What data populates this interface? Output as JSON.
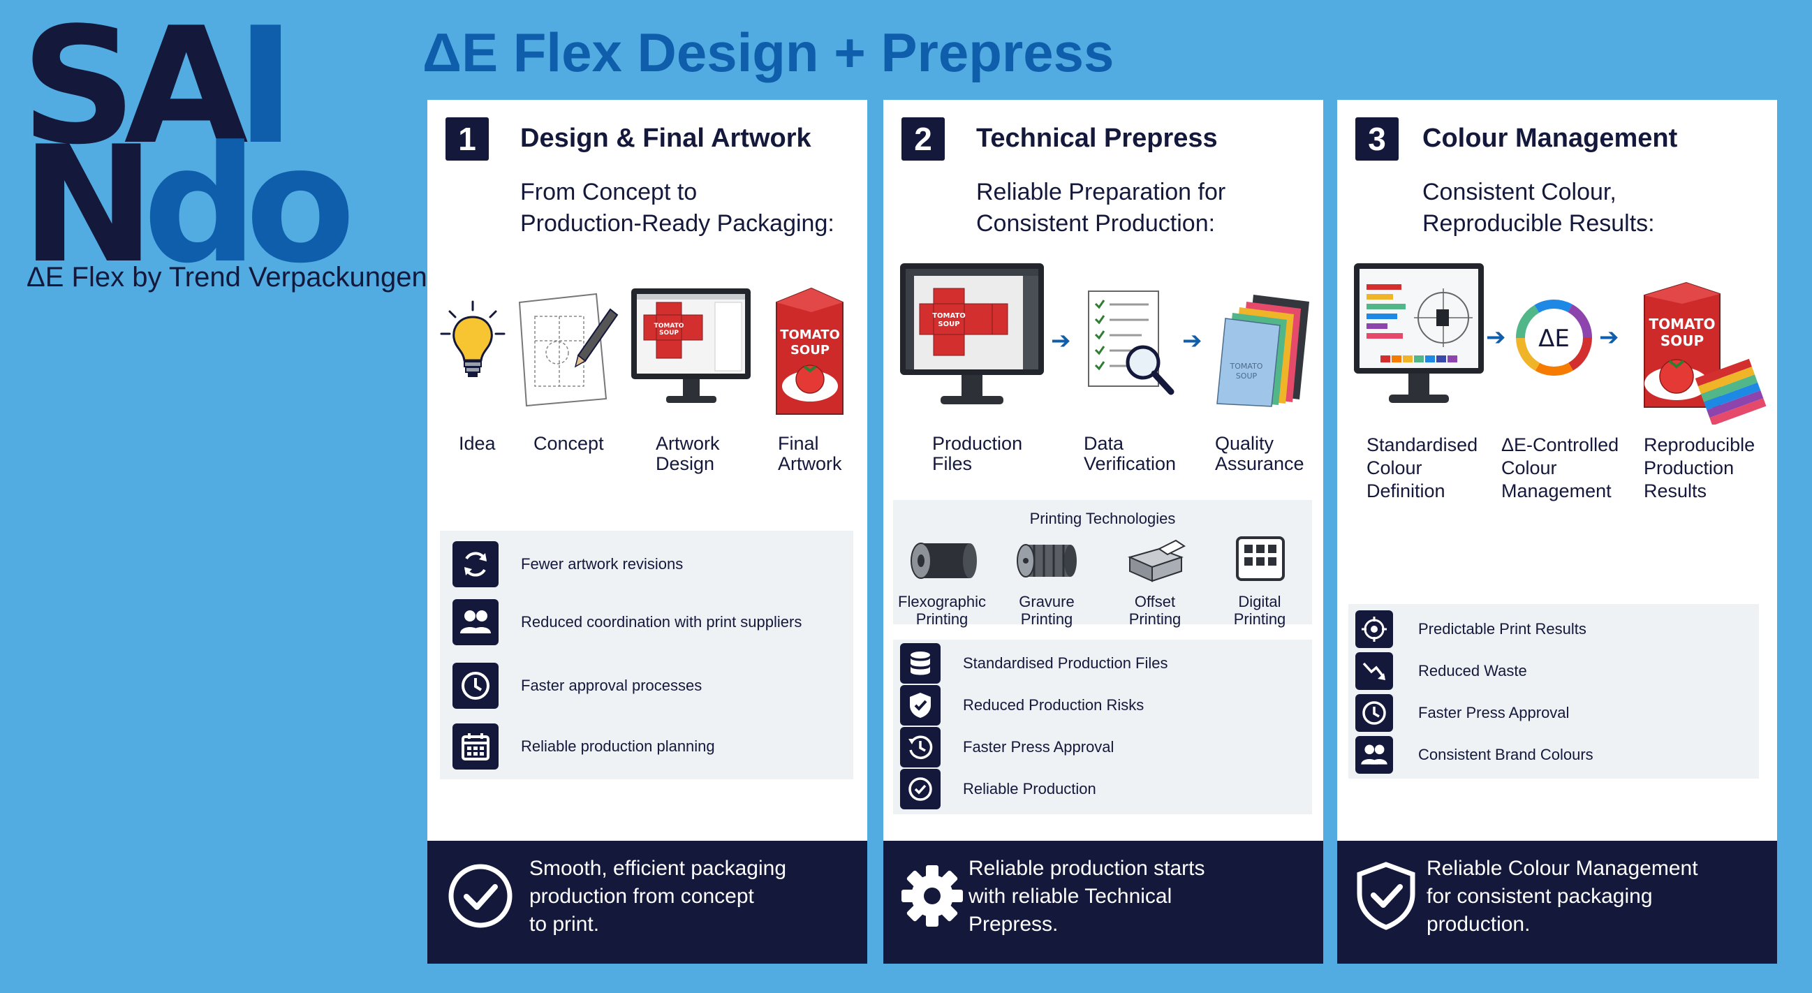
{
  "logo": {
    "row1": [
      "S",
      "A",
      "I"
    ],
    "row2": [
      "N",
      "d",
      "o"
    ],
    "subtitle": "ΔE Flex by Trend Verpackungen"
  },
  "title": "ΔE Flex Design + Prepress",
  "colors": {
    "background": "#52ace2",
    "navy": "#14183b",
    "blue": "#0f5eab",
    "light_panel": "#eef2f5"
  },
  "panels": [
    {
      "number": "1",
      "title": "Design & Final Artwork",
      "subtitle": [
        "From Concept to",
        "Production-Ready Packaging:"
      ],
      "steps": [
        {
          "label": "Idea",
          "icon": "lightbulb-icon"
        },
        {
          "label": "Concept",
          "icon": "sketch-pencil-icon"
        },
        {
          "label": "Artwork\nDesign",
          "icon": "monitor-artwork-icon"
        },
        {
          "label": "Final\nArtwork",
          "icon": "tomato-soup-package-icon"
        }
      ],
      "packaging_text": [
        "TOMATO",
        "SOUP"
      ],
      "benefits": [
        {
          "icon": "refresh-icon",
          "text": "Fewer artwork revisions"
        },
        {
          "icon": "users-icon",
          "text": "Reduced coordination with print suppliers"
        },
        {
          "icon": "clock-icon",
          "text": "Faster approval processes"
        },
        {
          "icon": "calendar-icon",
          "text": "Reliable production planning"
        }
      ],
      "footer": {
        "icon": "check-circle-icon",
        "lines": [
          "Smooth, efficient packaging",
          "production from concept",
          "to print."
        ]
      }
    },
    {
      "number": "2",
      "title": "Technical Prepress",
      "subtitle": [
        "Reliable Preparation for",
        "Consistent Production:"
      ],
      "steps": [
        {
          "label": "Production\nFiles",
          "icon": "monitor-files-icon"
        },
        {
          "label": "Data\nVerification",
          "icon": "checklist-magnifier-icon"
        },
        {
          "label": "Quality\nAssurance",
          "icon": "proof-stack-icon"
        }
      ],
      "technologies_title": "Printing Technologies",
      "technologies": [
        {
          "label": "Flexographic\nPrinting",
          "icon": "flexo-roll-icon"
        },
        {
          "label": "Gravure\nPrinting",
          "icon": "gravure-cylinder-icon"
        },
        {
          "label": "Offset\nPrinting",
          "icon": "offset-press-icon"
        },
        {
          "label": "Digital\nPrinting",
          "icon": "digital-grid-icon"
        }
      ],
      "benefits": [
        {
          "icon": "database-icon",
          "text": "Standardised Production Files"
        },
        {
          "icon": "shield-check-icon",
          "text": "Reduced Production Risks"
        },
        {
          "icon": "history-clock-icon",
          "text": "Faster Press Approval"
        },
        {
          "icon": "check-circle-small-icon",
          "text": "Reliable Production"
        }
      ],
      "footer": {
        "icon": "gear-icon",
        "lines": [
          "Reliable production starts",
          "with reliable Technical",
          "Prepress."
        ]
      }
    },
    {
      "number": "3",
      "title": "Colour Management",
      "subtitle": [
        "Consistent Colour,",
        "Reproducible Results:"
      ],
      "steps": [
        {
          "label": "Standardised\nColour\nDefinition",
          "icon": "monitor-colour-icon"
        },
        {
          "label": "ΔE-Controlled\nColour\nManagement",
          "icon": "delta-e-wheel-icon"
        },
        {
          "label": "Reproducible\nProduction\nResults",
          "icon": "soup-package-swatches-icon"
        }
      ],
      "delta_e": "ΔE",
      "packaging_text": [
        "TOMATO",
        "SOUP"
      ],
      "benefits": [
        {
          "icon": "target-icon",
          "text": "Predictable Print Results"
        },
        {
          "icon": "trend-down-icon",
          "text": "Reduced Waste"
        },
        {
          "icon": "clock-icon",
          "text": "Faster Press Approval"
        },
        {
          "icon": "users-icon",
          "text": "Consistent Brand Colours"
        }
      ],
      "footer": {
        "icon": "shield-check-large-icon",
        "lines": [
          "Reliable Colour Management",
          "for consistent packaging",
          "production."
        ]
      }
    }
  ]
}
